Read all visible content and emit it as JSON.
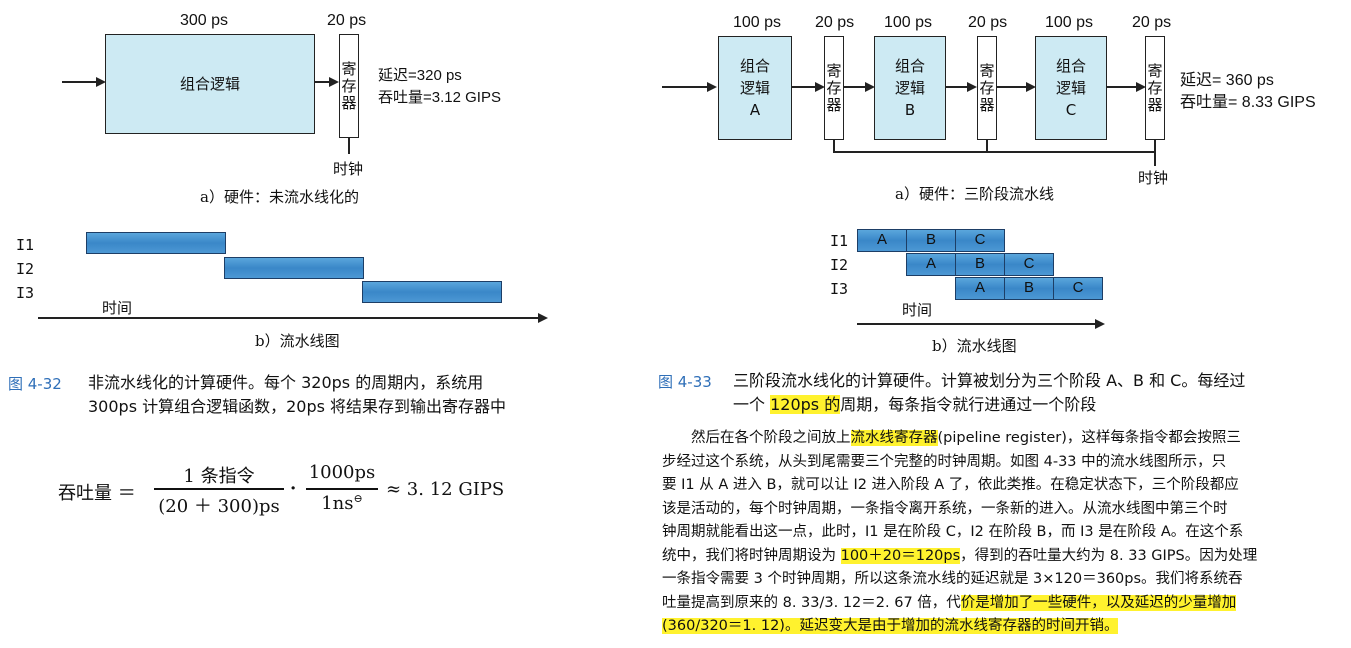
{
  "left": {
    "fig_a": {
      "top_label_comb": "300 ps",
      "top_label_reg": "20 ps",
      "comb_box": "组合逻辑",
      "register": "寄\n存\n器",
      "latency": "延迟=320 ps",
      "throughput": "吞吐量=3.12 GIPS",
      "clock": "时钟",
      "caption": "a）硬件：未流水线化的"
    },
    "fig_b": {
      "rows": [
        "I1",
        "I2",
        "I3"
      ],
      "time": "时间",
      "caption": "b）流水线图"
    },
    "figure_caption": {
      "num": "图 4-32",
      "line1": "非流水线化的计算硬件。每个 320ps 的周期内，系统用",
      "line2": "300ps 计算组合逻辑函数，20ps 将结果存到输出寄存器中"
    },
    "formula": {
      "lhs": "吞吐量 ＝",
      "frac1_num": "1 条指令",
      "frac1_den": "(20 ＋ 300)ps",
      "dot": "·",
      "frac2_num": "1000ps",
      "frac2_den": "1ns",
      "footnote_mark": "⊖",
      "rhs": "≈ 3. 12 GIPS"
    }
  },
  "right": {
    "fig_a": {
      "labels": [
        "100 ps",
        "20 ps",
        "100 ps",
        "20 ps",
        "100 ps",
        "20 ps"
      ],
      "boxes": [
        "组合\n逻辑\nA",
        "组合\n逻辑\nB",
        "组合\n逻辑\nC"
      ],
      "register": "寄\n存\n器",
      "latency": "延迟= 360 ps",
      "throughput": "吞吐量= 8.33 GIPS",
      "clock": "时钟",
      "caption": "a）硬件：三阶段流水线"
    },
    "fig_b": {
      "rows": [
        "I1",
        "I2",
        "I3"
      ],
      "stages": [
        "A",
        "B",
        "C"
      ],
      "time": "时间",
      "caption": "b）流水线图"
    },
    "figure_caption": {
      "num": "图 4-33",
      "line1": "三阶段流水线化的计算硬件。计算被划分为三个阶段 A、B 和 C。每经过",
      "line2_pre": "一个 ",
      "line2_hl": "120ps 的",
      "line2_post": "周期，每条指令就行进通过一个阶段"
    },
    "paragraph": {
      "l1_a": "然后在各个阶段之间放上",
      "l1_hl": "流水线寄存器",
      "l1_b": "(pipeline register)，这样每条指令都会按照三",
      "l2": "步经过这个系统，从头到尾需要三个完整的时钟周期。如图 4-33 中的流水线图所示，只",
      "l3": "要 I1 从 A 进入 B，就可以让 I2 进入阶段 A 了，依此类推。在稳定状态下，三个阶段都应",
      "l4": "该是活动的，每个时钟周期，一条指令离开系统，一条新的进入。从流水线图中第三个时",
      "l5": "钟周期就能看出这一点，此时，I1 是在阶段 C，I2 在阶段 B，而 I3 是在阶段 A。在这个系",
      "l6_a": "统中，我们将时钟周期设为 ",
      "l6_hl": "100＋20＝120ps",
      "l6_b": "，得到的吞吐量大约为 8. 33 GIPS。因为处理",
      "l7": "一条指令需要 3 个时钟周期，所以这条流水线的延迟就是 3×120＝360ps。我们将系统吞",
      "l8_a": "吐量提高到原来的 8. 33/3. 12＝2. 67 倍，代",
      "l8_hl": "价是增加了一些硬件，以及延迟的少量增加",
      "l9_hl": "(360/320＝1. 12)。延迟变大是由于增加的流水线寄存器的时间开销。"
    }
  }
}
